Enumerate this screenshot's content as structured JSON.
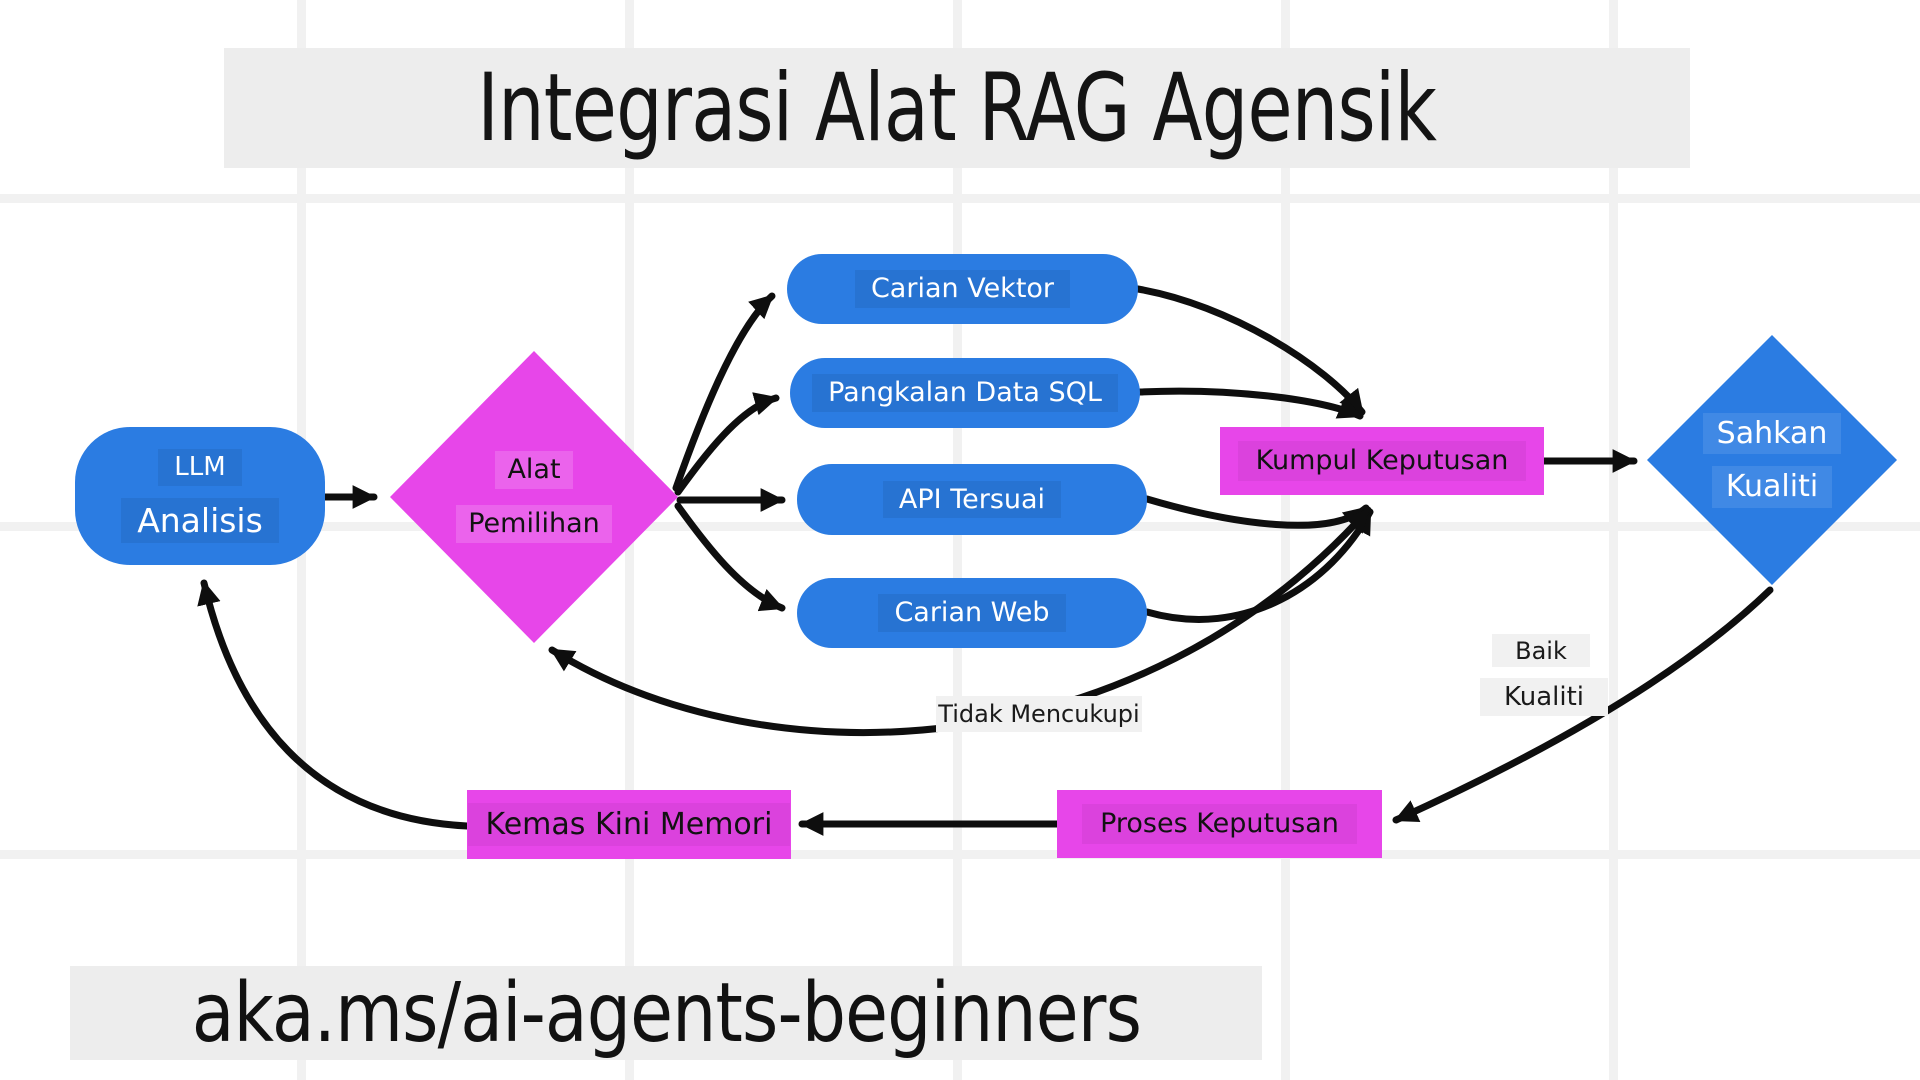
{
  "title": {
    "text": "Integrasi Alat RAG Agensik"
  },
  "footer": {
    "url": "aka.ms/ai-agents-beginners"
  },
  "colors": {
    "node_blue": "#2b7ce2",
    "node_magenta": "#e746e9",
    "arrow_black": "#0e0e0e",
    "banner_gray": "#ededed",
    "label_gray": "#f1f1f1"
  },
  "nodes": {
    "llm": {
      "line1": "LLM",
      "line2": "Analisis"
    },
    "tool_selection": {
      "line1": "Alat",
      "line2": "Pemilihan"
    },
    "tools": [
      {
        "label": "Carian Vektor"
      },
      {
        "label": "Pangkalan Data SQL"
      },
      {
        "label": "API Tersuai"
      },
      {
        "label": "Carian Web"
      }
    ],
    "aggregate": {
      "label": "Kumpul Keputusan"
    },
    "validate": {
      "line1": "Sahkan",
      "line2": "Kualiti"
    },
    "process": {
      "label": "Proses Keputusan"
    },
    "memory": {
      "label": "Kemas Kini Memori"
    }
  },
  "edge_labels": {
    "good": {
      "line1": "Baik",
      "line2": "Kualiti"
    },
    "insufficient": {
      "label": "Tidak Mencukupi"
    }
  }
}
